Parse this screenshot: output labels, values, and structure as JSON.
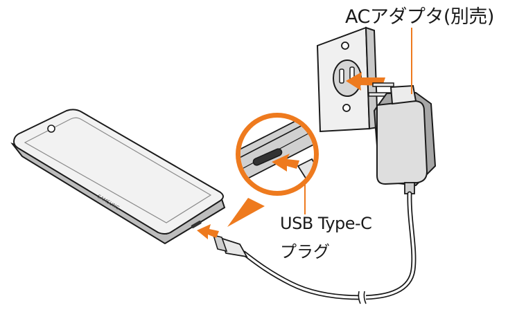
{
  "labels": {
    "adapter": "ACアダプタ(別売)",
    "usb_line1": "USB Type-C",
    "usb_line2": "プラグ",
    "phone_brand": "SAMSUNG"
  },
  "colors": {
    "accent": "#ee7a1e",
    "line": "#1a1a1a",
    "body_light": "#f2f2f2",
    "body_mid": "#d9d9d9",
    "body_dark": "#9a9a9a"
  }
}
